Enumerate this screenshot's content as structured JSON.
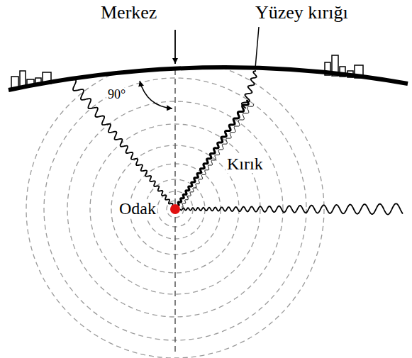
{
  "diagram": {
    "labels": [
      "Merkez",
      "Yüzey kırığı",
      "90°",
      "Kırık",
      "Odak"
    ]
  }
}
